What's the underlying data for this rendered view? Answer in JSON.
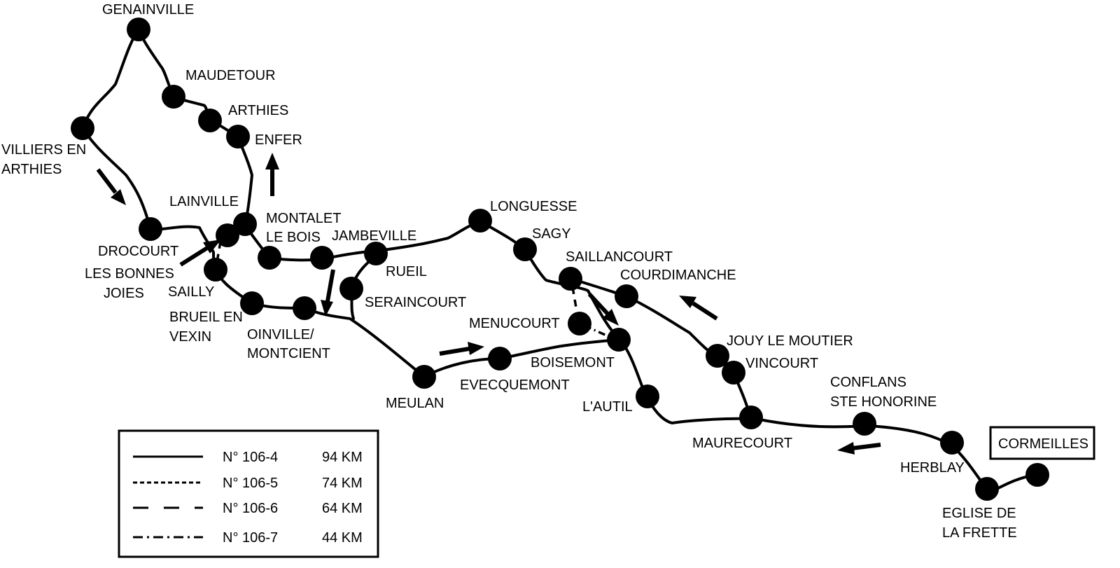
{
  "towns": {
    "genainville": "GENAINVILLE",
    "maudetour": "MAUDETOUR",
    "arthies": "ARTHIES",
    "enfer": "ENFER",
    "villiers_1": "VILLIERS EN",
    "villiers_2": "ARTHIES",
    "lainville": "LAINVILLE",
    "montalet_1": "MONTALET",
    "montalet_2": "LE BOIS",
    "jambeville": "JAMBEVILLE",
    "longuesse": "LONGUESSE",
    "sagy": "SAGY",
    "drocourt": "DROCOURT",
    "bonnes_1": "LES BONNES",
    "bonnes_2": "JOIES",
    "sailly": "SAILLY",
    "rueil": "RUEIL",
    "saillancourt": "SAILLANCOURT",
    "courdimanche": "COURDIMANCHE",
    "brueil_1": "BRUEIL EN",
    "brueil_2": "VEXIN",
    "seraincourt": "SERAINCOURT",
    "menucourt": "MENUCOURT",
    "oinville_1": "OINVILLE/",
    "oinville_2": "MONTCIENT",
    "jouy": "JOUY LE MOUTIER",
    "vincourt": "VINCOURT",
    "boisemont": "BOISEMONT",
    "evecquemont": "EVECQUEMONT",
    "meulan": "MEULAN",
    "lautil": "L'AUTIL",
    "conflans_1": "CONFLANS",
    "conflans_2": "STE HONORINE",
    "maurecourt": "MAURECOURT",
    "herblay": "HERBLAY",
    "cormeilles": "CORMEILLES",
    "eglise_1": "EGLISE DE",
    "eglise_2": "LA FRETTE"
  },
  "legend": [
    {
      "route": "N° 106-4",
      "distance": "94 KM",
      "style": "solid"
    },
    {
      "route": "N° 106-5",
      "distance": "74 KM",
      "style": "dotted"
    },
    {
      "route": "N° 106-6",
      "distance": "64 KM",
      "style": "dashed"
    },
    {
      "route": "N° 106-7",
      "distance": "44 KM",
      "style": "dash-dot"
    }
  ]
}
